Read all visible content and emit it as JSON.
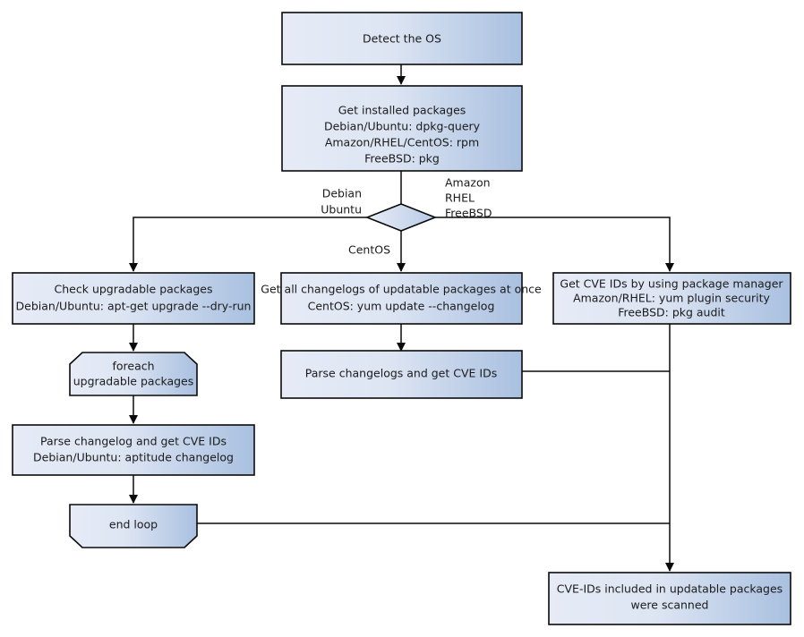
{
  "diagram": {
    "title": "OS package CVE scanning flow",
    "colors": {
      "fill_light": "#e3e9f5",
      "fill_dark": "#a9c0e0",
      "stroke": "#0a0a0a",
      "text": "#1a1a1a",
      "background": "#ffffff"
    },
    "nodes": [
      {
        "id": "detect-os",
        "type": "process",
        "lines": [
          "Detect the OS"
        ]
      },
      {
        "id": "get-installed-packages",
        "type": "process",
        "lines": [
          "Get installed packages",
          "Debian/Ubuntu: dpkg-query",
          "Amazon/RHEL/CentOS: rpm",
          "FreeBSD: pkg"
        ]
      },
      {
        "id": "os-decision",
        "type": "decision",
        "lines": []
      },
      {
        "id": "check-upgradable",
        "type": "process",
        "lines": [
          "Check upgradable packages",
          "Debian/Ubuntu: apt-get upgrade --dry-run"
        ]
      },
      {
        "id": "get-all-changelogs",
        "type": "process",
        "lines": [
          "Get all changelogs of updatable packages at once",
          "CentOS: yum update --changelog"
        ]
      },
      {
        "id": "get-cve-ids-pkgmgr",
        "type": "process",
        "lines": [
          "Get CVE IDs by using package manager",
          "Amazon/RHEL: yum plugin security",
          "FreeBSD: pkg audit"
        ]
      },
      {
        "id": "foreach-loop-start",
        "type": "loop-start",
        "lines": [
          "foreach",
          "upgradable  packages"
        ]
      },
      {
        "id": "parse-changelogs-centos",
        "type": "process",
        "lines": [
          "Parse changelogs and get CVE IDs"
        ]
      },
      {
        "id": "parse-changelog-debian",
        "type": "process",
        "lines": [
          "Parse changelog and get  CVE IDs",
          "Debian/Ubuntu: aptitude changelog"
        ]
      },
      {
        "id": "end-loop",
        "type": "loop-end",
        "lines": [
          "end loop"
        ]
      },
      {
        "id": "scan-complete",
        "type": "process",
        "lines": [
          "CVE-IDs included in updatable packages",
          "were scanned"
        ]
      }
    ],
    "edge_labels": {
      "branch_left": [
        "Debian",
        "Ubuntu"
      ],
      "branch_right": [
        "Amazon",
        "RHEL",
        "FreeBSD"
      ],
      "branch_down": [
        "CentOS"
      ]
    }
  }
}
